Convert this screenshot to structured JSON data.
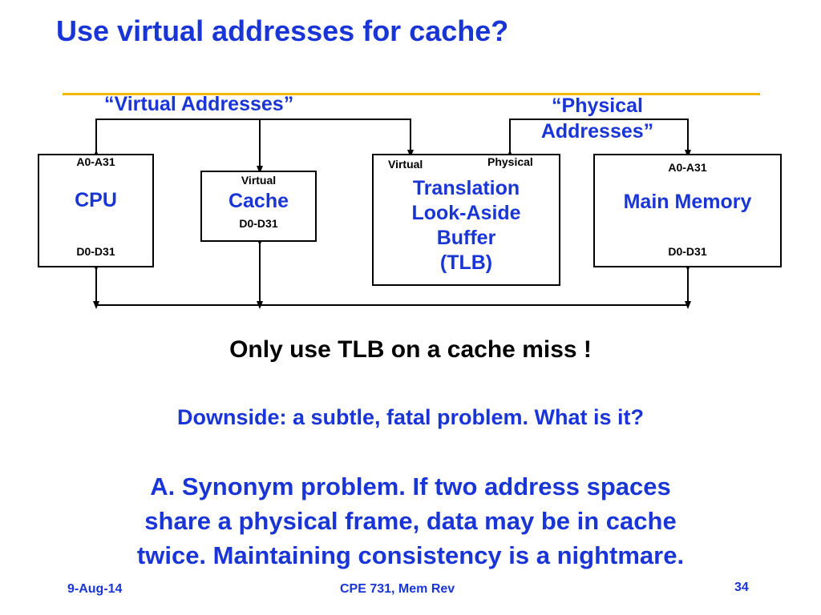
{
  "slide": {
    "title": "Use virtual addresses for cache?",
    "virtual_addresses_label": "“Virtual Addresses”",
    "physical_addresses_label_line1": "“Physical",
    "physical_addresses_label_line2": "Addresses”",
    "statement": "Only use TLB on a cache miss !",
    "downside": "Downside: a subtle, fatal problem. What is it?",
    "answer_line1": "A. Synonym problem. If two address spaces",
    "answer_line2": "share a physical frame, data may be in cache",
    "answer_line3": "twice. Maintaining consistency is a nightmare."
  },
  "diagram": {
    "cpu": {
      "name": "CPU",
      "address_bus": "A0-A31",
      "data_bus": "D0-D31"
    },
    "cache": {
      "name": "Cache",
      "kind": "Virtual",
      "data_bus": "D0-D31"
    },
    "tlb": {
      "name_line1": "Translation",
      "name_line2": "Look-Aside",
      "name_line3": "Buffer",
      "name_line4": "(TLB)",
      "input": "Virtual",
      "output": "Physical"
    },
    "memory": {
      "name": "Main Memory",
      "address_bus": "A0-A31",
      "data_bus": "D0-D31"
    }
  },
  "footer": {
    "date": "9-Aug-14",
    "course": "CPE 731, Mem Rev",
    "page": "34"
  }
}
